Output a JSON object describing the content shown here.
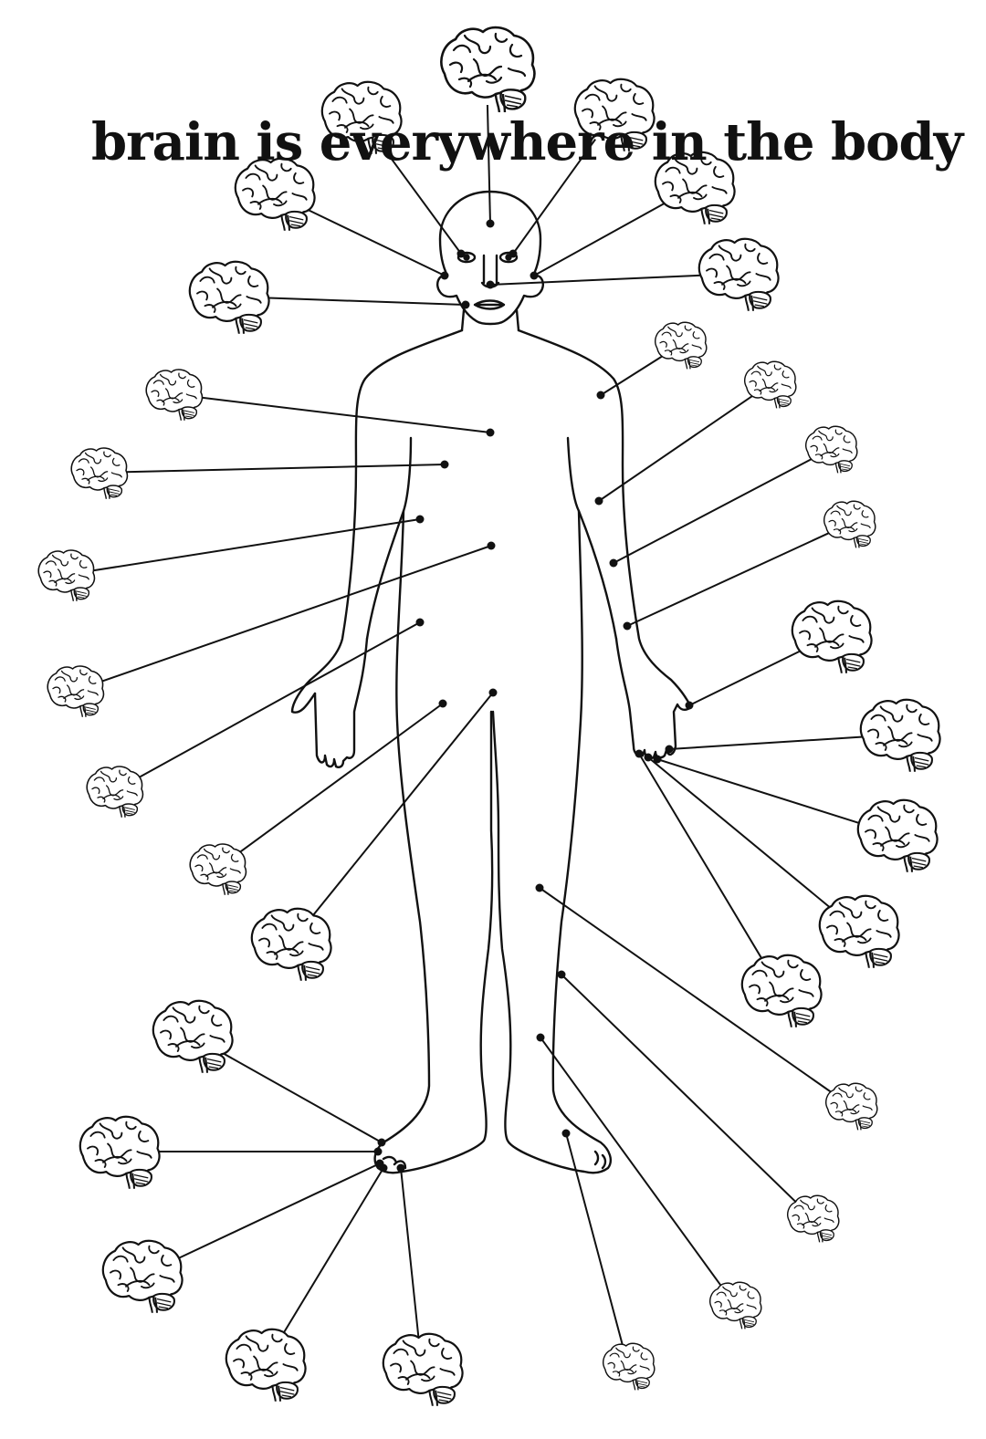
{
  "title": "brain is everywhere in the body",
  "colors": {
    "ink": "#111111",
    "background": "#ffffff"
  },
  "icons": {
    "brain": "brain-icon",
    "body": "human-body-outline",
    "point": "point-dot"
  },
  "points": [
    {
      "id": "forehead",
      "dot": [
        537,
        245
      ],
      "brain": [
        533,
        75,
        1.0
      ]
    },
    {
      "id": "left-eye",
      "dot": [
        505,
        278
      ],
      "brain": [
        395,
        128,
        0.85
      ]
    },
    {
      "id": "right-eye",
      "dot": [
        562,
        278
      ],
      "brain": [
        672,
        125,
        0.85
      ]
    },
    {
      "id": "left-cheek",
      "dot": [
        487,
        302
      ],
      "brain": [
        300,
        212,
        0.85
      ]
    },
    {
      "id": "right-cheek",
      "dot": [
        585,
        302
      ],
      "brain": [
        760,
        205,
        0.85
      ]
    },
    {
      "id": "nose",
      "dot": [
        537,
        312
      ],
      "brain": [
        808,
        300,
        0.85
      ]
    },
    {
      "id": "mouth",
      "dot": [
        510,
        334
      ],
      "brain": [
        250,
        325,
        0.85
      ]
    },
    {
      "id": "right-shoulder",
      "dot": [
        658,
        433
      ],
      "brain": [
        745,
        378,
        0.55
      ]
    },
    {
      "id": "chest",
      "dot": [
        537,
        474
      ],
      "brain": [
        190,
        432,
        0.6
      ]
    },
    {
      "id": "left-side",
      "dot": [
        487,
        509
      ],
      "brain": [
        108,
        518,
        0.6
      ]
    },
    {
      "id": "right-upper-arm",
      "dot": [
        656,
        549
      ],
      "brain": [
        843,
        421,
        0.55
      ]
    },
    {
      "id": "left-waist",
      "dot": [
        460,
        569
      ],
      "brain": [
        72,
        630,
        0.6
      ]
    },
    {
      "id": "belly",
      "dot": [
        538,
        598
      ],
      "brain": [
        82,
        757,
        0.6
      ]
    },
    {
      "id": "right-elbow",
      "dot": [
        672,
        617
      ],
      "brain": [
        910,
        492,
        0.55
      ]
    },
    {
      "id": "left-hip",
      "dot": [
        460,
        682
      ],
      "brain": [
        125,
        867,
        0.6
      ]
    },
    {
      "id": "right-forearm",
      "dot": [
        687,
        686
      ],
      "brain": [
        930,
        574,
        0.55
      ]
    },
    {
      "id": "right-thumb",
      "dot": [
        755,
        773
      ],
      "brain": [
        910,
        697,
        0.85
      ]
    },
    {
      "id": "left-thigh-inner",
      "dot": [
        485,
        771
      ],
      "brain": [
        238,
        952,
        0.6
      ]
    },
    {
      "id": "groin",
      "dot": [
        540,
        759
      ],
      "brain": [
        318,
        1034,
        0.85
      ]
    },
    {
      "id": "right-finger-1",
      "dot": [
        733,
        821
      ],
      "brain": [
        985,
        805,
        0.85
      ]
    },
    {
      "id": "right-finger-2",
      "dot": [
        720,
        832
      ],
      "brain": [
        982,
        915,
        0.85
      ]
    },
    {
      "id": "right-finger-3",
      "dot": [
        710,
        830
      ],
      "brain": [
        940,
        1020,
        0.85
      ]
    },
    {
      "id": "right-finger-4",
      "dot": [
        700,
        826
      ],
      "brain": [
        855,
        1085,
        0.85
      ]
    },
    {
      "id": "right-thigh",
      "dot": [
        591,
        973
      ],
      "brain": [
        932,
        1212,
        0.55
      ]
    },
    {
      "id": "right-knee",
      "dot": [
        615,
        1068
      ],
      "brain": [
        890,
        1335,
        0.55
      ]
    },
    {
      "id": "right-shin",
      "dot": [
        592,
        1137
      ],
      "brain": [
        805,
        1430,
        0.55
      ]
    },
    {
      "id": "right-ankle",
      "dot": [
        620,
        1242
      ],
      "brain": [
        688,
        1497,
        0.55
      ]
    },
    {
      "id": "left-heel",
      "dot": [
        418,
        1252
      ],
      "brain": [
        210,
        1135,
        0.85
      ]
    },
    {
      "id": "left-ankle",
      "dot": [
        414,
        1262
      ],
      "brain": [
        130,
        1262,
        0.85
      ]
    },
    {
      "id": "left-foot-outer",
      "dot": [
        416,
        1275
      ],
      "brain": [
        155,
        1398,
        0.85
      ]
    },
    {
      "id": "left-foot-sole",
      "dot": [
        420,
        1280
      ],
      "brain": [
        290,
        1495,
        0.85
      ]
    },
    {
      "id": "left-big-toe",
      "dot": [
        439,
        1280
      ],
      "brain": [
        462,
        1500,
        0.85
      ]
    }
  ]
}
